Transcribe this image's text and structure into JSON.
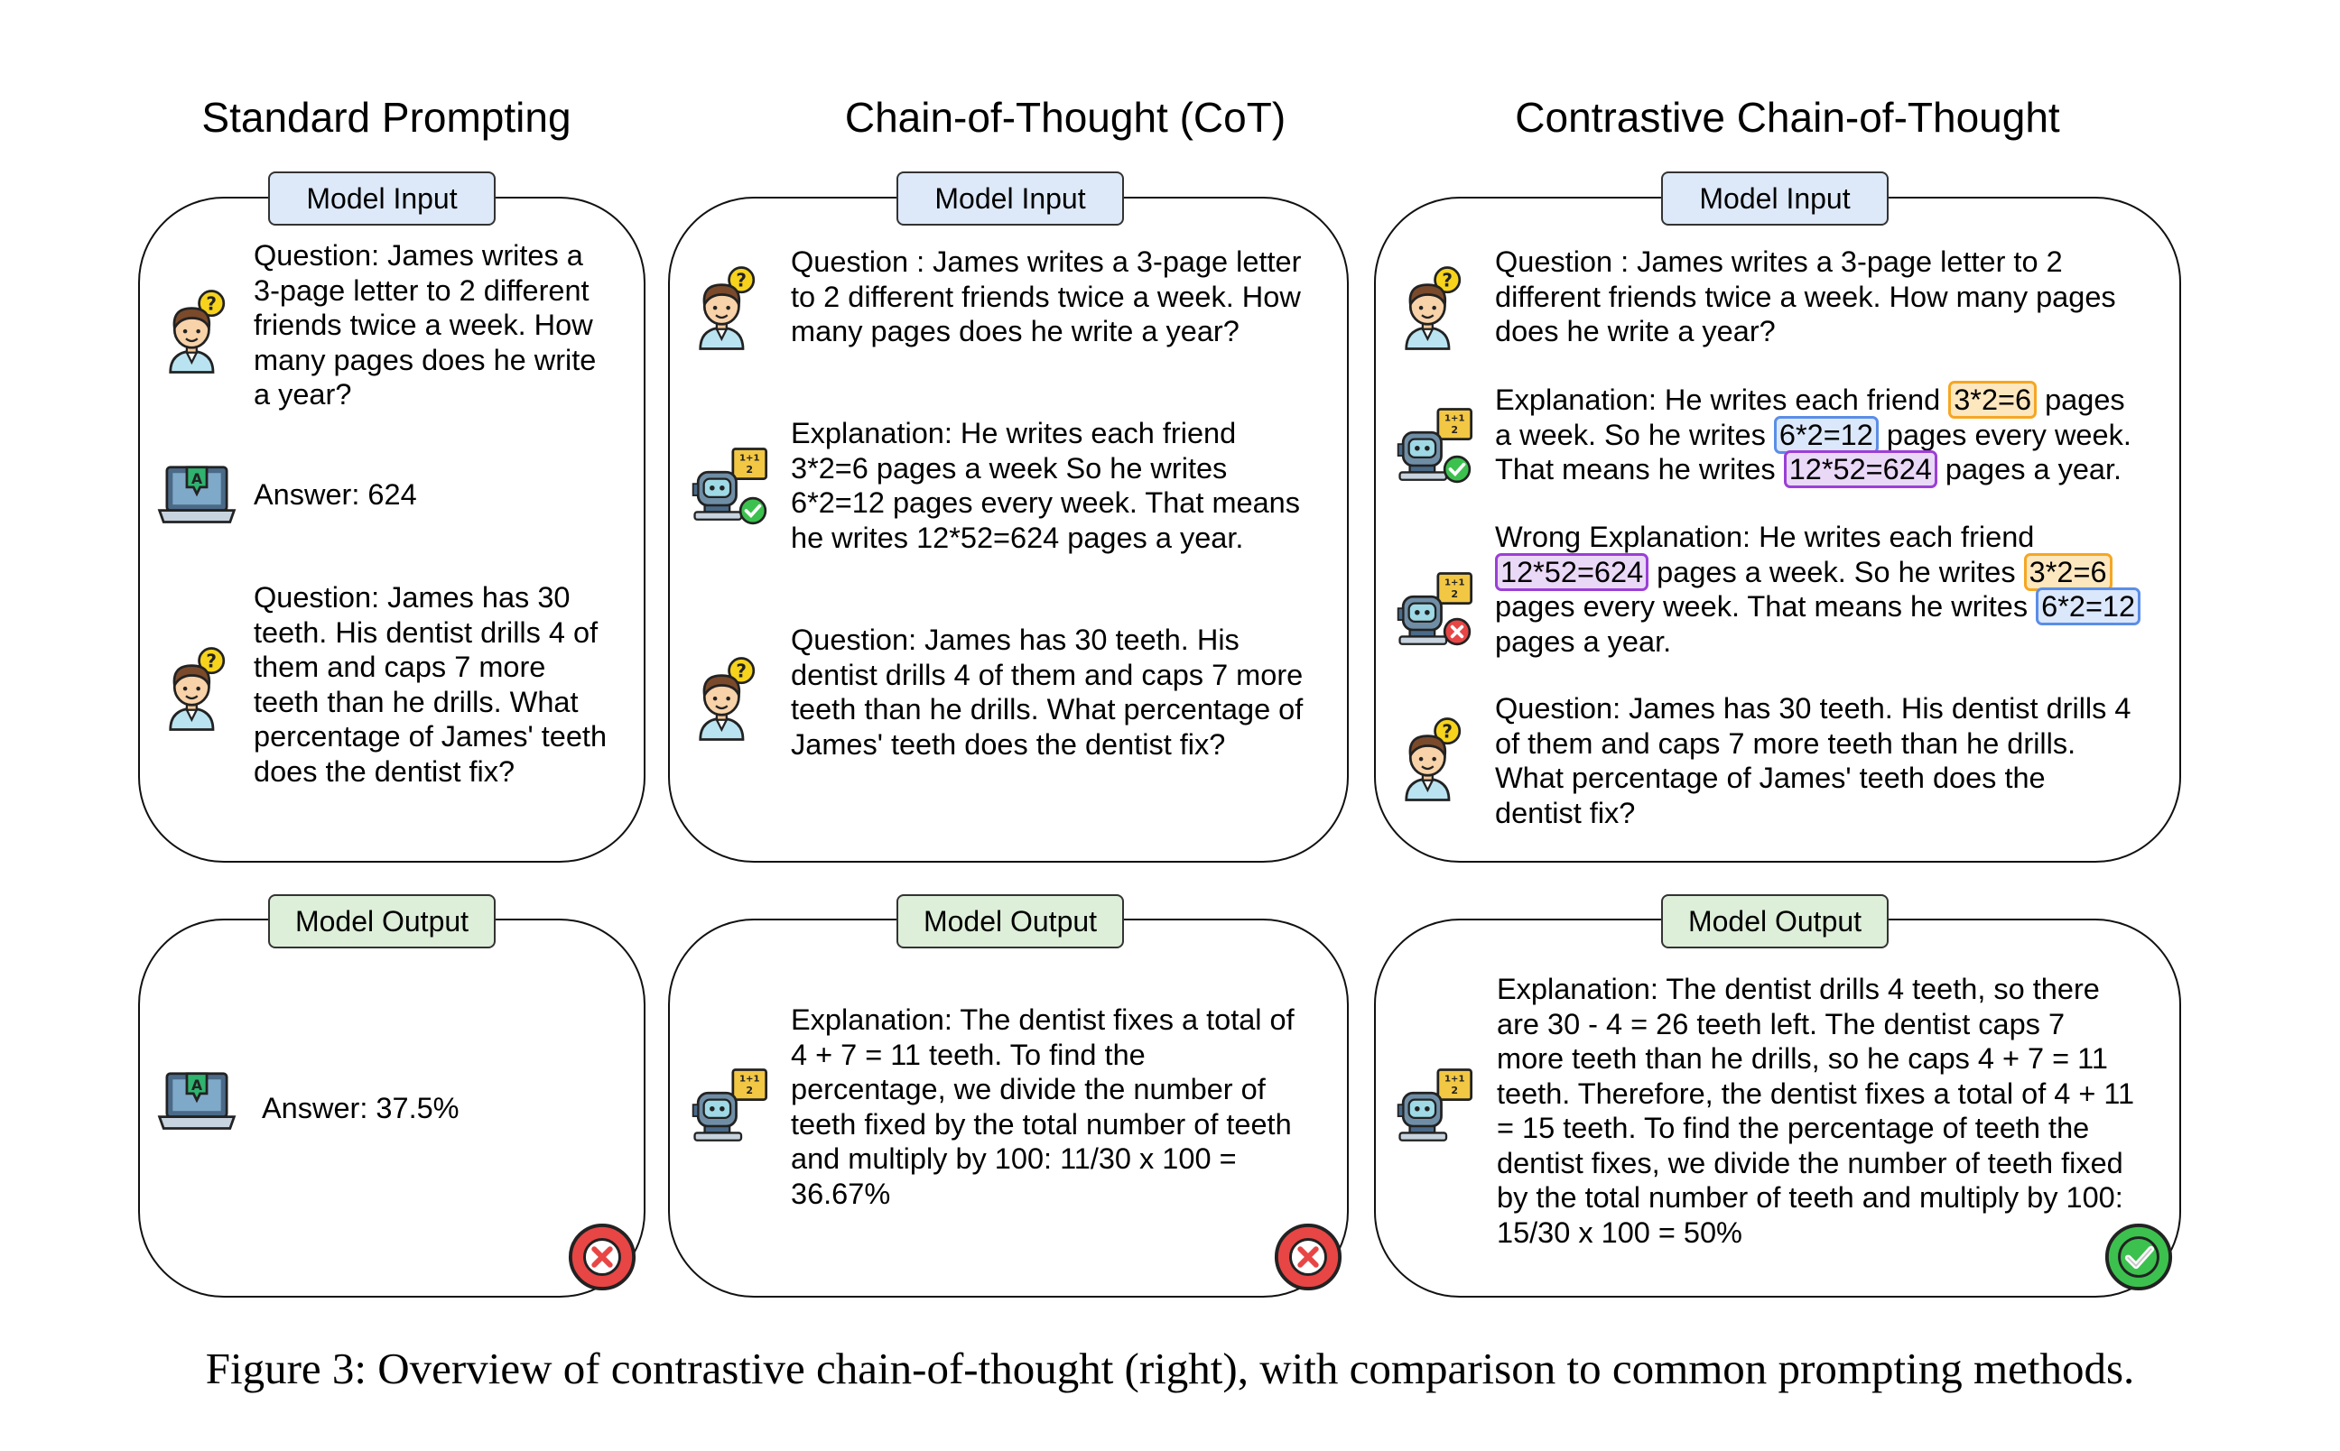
{
  "columns": {
    "standard": {
      "title": "Standard Prompting",
      "input_label": "Model Input",
      "output_label": "Model Output",
      "q1": "Question: James writes a\n3-page letter to 2 different\nfriends twice a week. How\nmany pages does he write\na year?",
      "a1": "Answer: 624",
      "q2": "Question: James has 30\nteeth. His dentist drills 4 of\nthem and caps 7 more\nteeth than he drills. What\npercentage of James' teeth\ndoes the dentist fix?",
      "output": "Answer: 37.5%",
      "result": "incorrect"
    },
    "cot": {
      "title": "Chain-of-Thought (CoT)",
      "input_label": "Model Input",
      "output_label": "Model Output",
      "q1": "Question : James writes a 3-page letter\nto 2 different friends twice a week. How\nmany pages does he write a year?",
      "explanation": "Explanation: He writes each friend\n3*2=6 pages a week So he writes\n6*2=12 pages every week. That means\nhe writes 12*52=624 pages a year.",
      "q2": "Question: James has 30 teeth. His\ndentist drills 4 of them and caps 7 more\nteeth than he drills. What percentage of\nJames' teeth does the dentist fix?",
      "output": "Explanation: The dentist fixes a total of\n4 + 7 = 11 teeth. To find the\npercentage, we divide the number of\nteeth fixed by the total number of teeth\nand multiply by 100: 11/30 x 100 =\n36.67%",
      "result": "incorrect"
    },
    "contrastive": {
      "title": "Contrastive Chain-of-Thought",
      "input_label": "Model Input",
      "output_label": "Model Output",
      "q1": "Question : James writes a 3-page letter to 2\ndifferent friends twice a week. How many pages\ndoes he write a year?",
      "exp": {
        "l1a": "Explanation: He writes each friend ",
        "h1": "3*2=6",
        "l1b": " pages",
        "l2a": "a week. So he writes ",
        "h2": "6*2=12",
        "l2b": " pages every week.",
        "l3a": "That means he writes ",
        "h3": "12*52=624",
        "l3b": " pages a year."
      },
      "wrong": {
        "l1": "Wrong Explanation: He writes each friend",
        "h1": "12*52=624",
        "l2b": " pages a week. So he writes ",
        "h2": "3*2=6",
        "l3a": "pages every week. That means he writes ",
        "h3": "6*2=12",
        "l4": "pages a year."
      },
      "q2": "Question: James has 30 teeth. His dentist drills 4\nof them and caps 7 more teeth than he drills.\nWhat percentage of James' teeth does the\ndentist fix?",
      "output": "Explanation: The dentist drills 4 teeth, so there\nare 30 - 4 = 26 teeth left. The dentist caps 7\nmore teeth than he drills, so he caps 4 + 7 = 11\nteeth. Therefore, the dentist fixes a total of 4 + 11\n= 15 teeth. To find the percentage of teeth the\ndentist fixes, we divide the number of teeth fixed\nby the total number of teeth and multiply by 100:\n15/30 x 100 = 50%",
      "result": "correct"
    }
  },
  "caption": "Figure 3: Overview of contrastive chain-of-thought (right), with comparison to common prompting methods.",
  "colors": {
    "input_tag": "#dde9f8",
    "output_tag": "#ddeed9",
    "highlight_orange": "#f5a623",
    "highlight_blue": "#5b8ee6",
    "highlight_purple": "#9b3fd6",
    "incorrect_badge": "#e84545",
    "correct_badge": "#3cc14e"
  },
  "icons": [
    "person-question-icon",
    "laptop-answer-icon",
    "robot-check-icon",
    "robot-wrong-icon",
    "robot-icon",
    "incorrect-icon",
    "correct-icon"
  ]
}
